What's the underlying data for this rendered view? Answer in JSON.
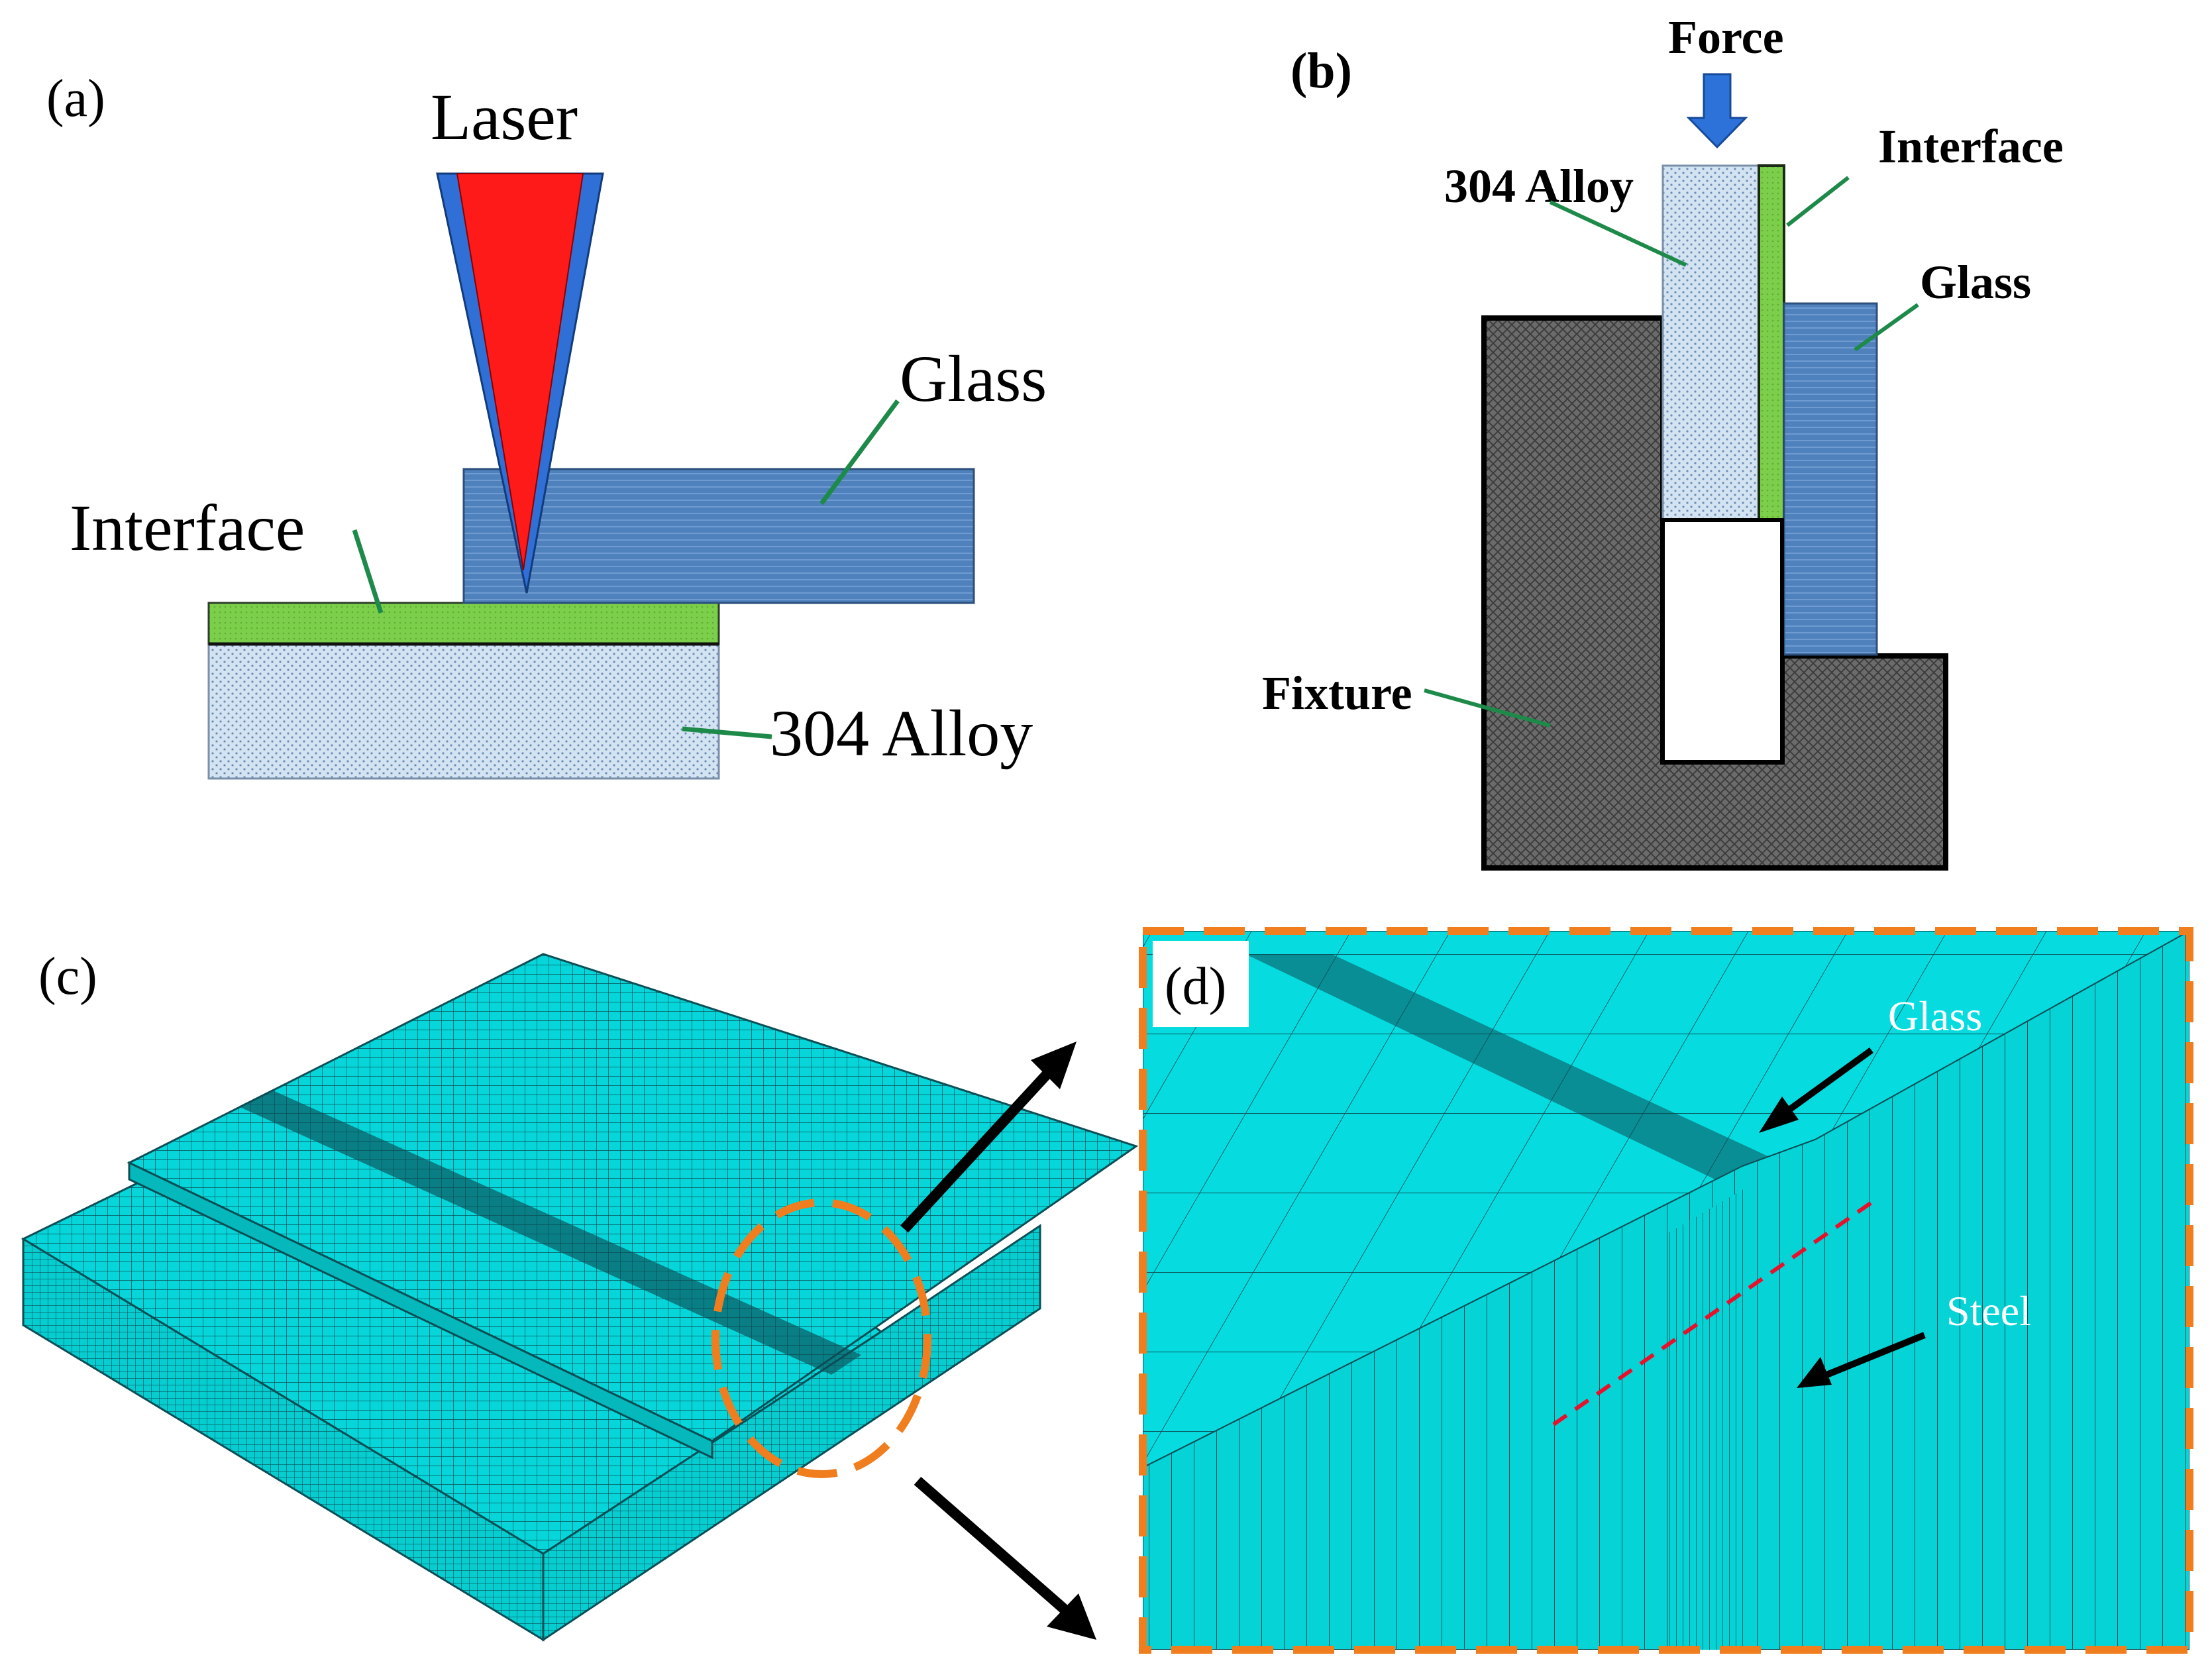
{
  "panel_a": {
    "label": "(a)",
    "laser": "Laser",
    "glass": "Glass",
    "interface": "Interface",
    "alloy": "304 Alloy"
  },
  "panel_b": {
    "label": "(b)",
    "force": "Force",
    "alloy": "304 Alloy",
    "interface": "Interface",
    "glass": "Glass",
    "fixture": "Fixture"
  },
  "panel_c": {
    "label": "(c)"
  },
  "panel_d": {
    "label": "(d)",
    "glass": "Glass",
    "steel": "Steel"
  },
  "colors": {
    "glass": "#4f81bd",
    "interface": "#7ccf4a",
    "alloy": "#cfe0ee",
    "fixture": "#555555",
    "laser_red": "#ff1a1a",
    "laser_blue": "#2f6fd6",
    "force_arrow": "#2c72d8",
    "leader": "#1e8a4a",
    "mesh": "#06d6d9",
    "zoom_frame": "#f07d1e",
    "red_dash": "#e8102a"
  }
}
